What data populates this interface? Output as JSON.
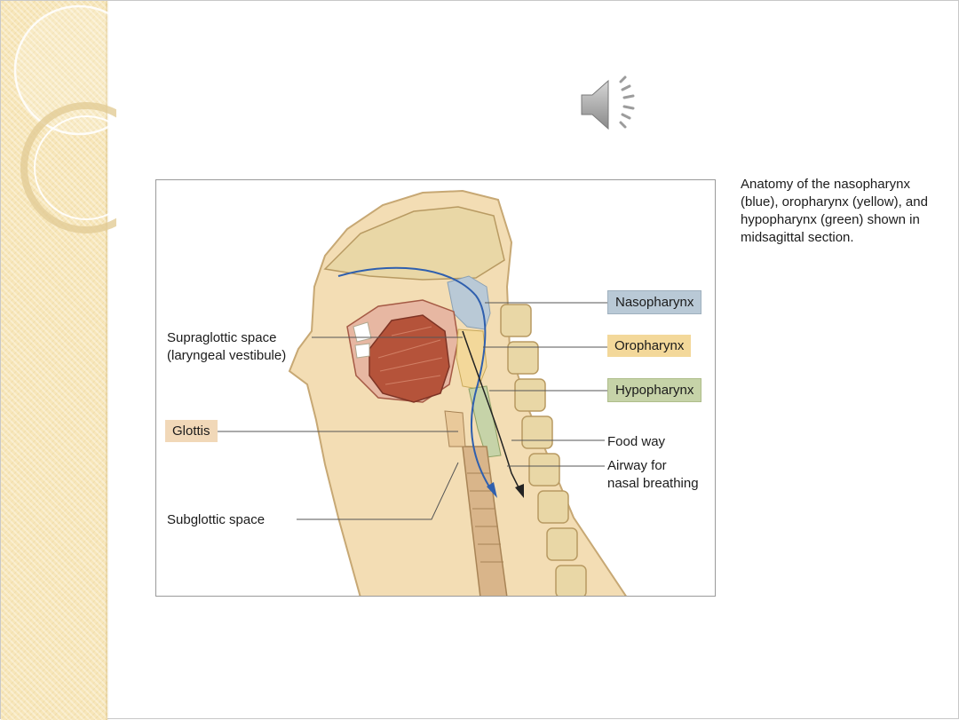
{
  "caption": {
    "lines": [
      "Anatomy of the nasopharynx",
      "(blue), oropharynx (yellow), and",
      "hypopharynx (green) shown in",
      "midsagittal section."
    ]
  },
  "figure": {
    "labels": {
      "nasopharynx": "Nasopharynx",
      "oropharynx": "Oropharynx",
      "hypopharynx": "Hypopharynx",
      "supraglottic_line1": "Supraglottic space",
      "supraglottic_line2": "(laryngeal vestibule)",
      "glottis": "Glottis",
      "food_way": "Food way",
      "airway_line1": "Airway for",
      "airway_line2": "nasal breathing",
      "subglottic": "Subglottic space"
    },
    "colors": {
      "nasopharynx": "#b9c9d6",
      "oropharynx": "#f3d89a",
      "hypopharynx": "#c6d3a8",
      "glottis": "#f1d8b8",
      "tongue": "#b5533a",
      "tissue": "#f3ddb4",
      "bone": "#e9d7a6",
      "air_path": "#2f5fae"
    }
  },
  "speaker_icon": "speaker-icon",
  "theme": {
    "sidebar": "#f7e6b9"
  }
}
